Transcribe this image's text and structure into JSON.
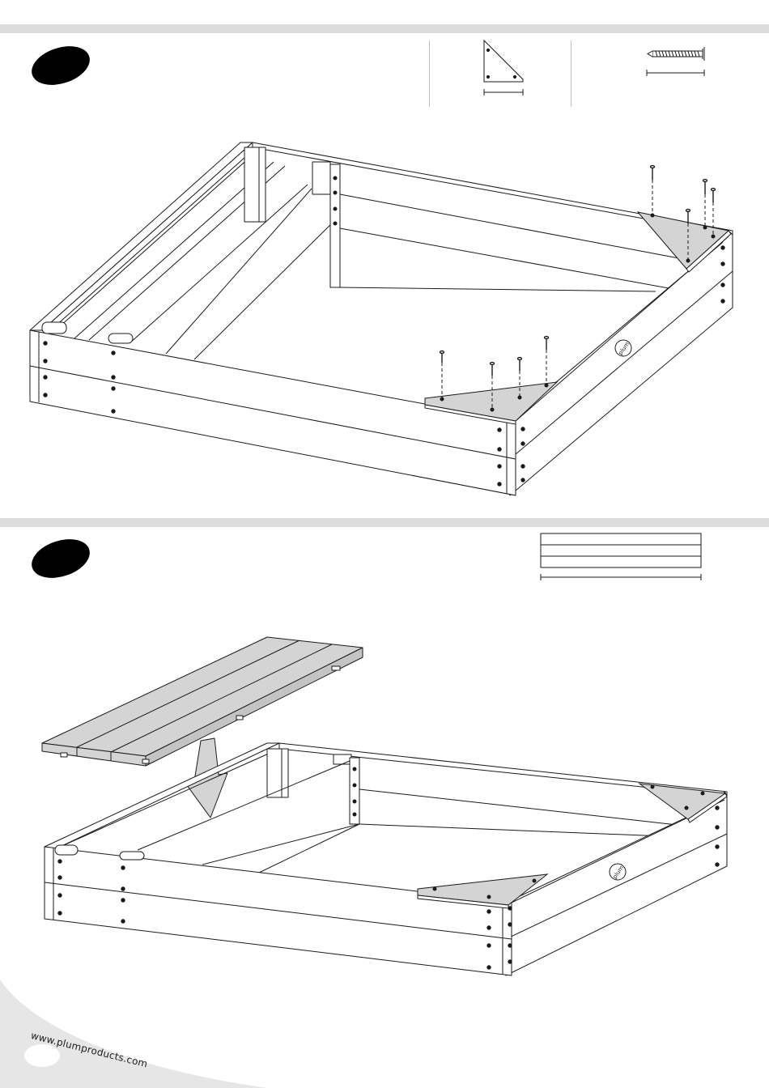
{
  "footer": {
    "website": "www.plumproducts.com"
  },
  "logo": {
    "text": "plum"
  },
  "icons": {
    "step_marker_1": "step-oval",
    "step_marker_2": "step-oval",
    "corner_bracket": "triangle-bracket-icon",
    "screw": "screw-icon",
    "bench_lid": "plank-lid-icon",
    "arrow": "down-arrow-icon"
  },
  "colors": {
    "band": "#dcdcdc",
    "bracket_fill": "#d4d4d4",
    "step_marker": "#000000",
    "line": "#1a1a1a",
    "footer_swoosh": "#e6e6e6"
  }
}
